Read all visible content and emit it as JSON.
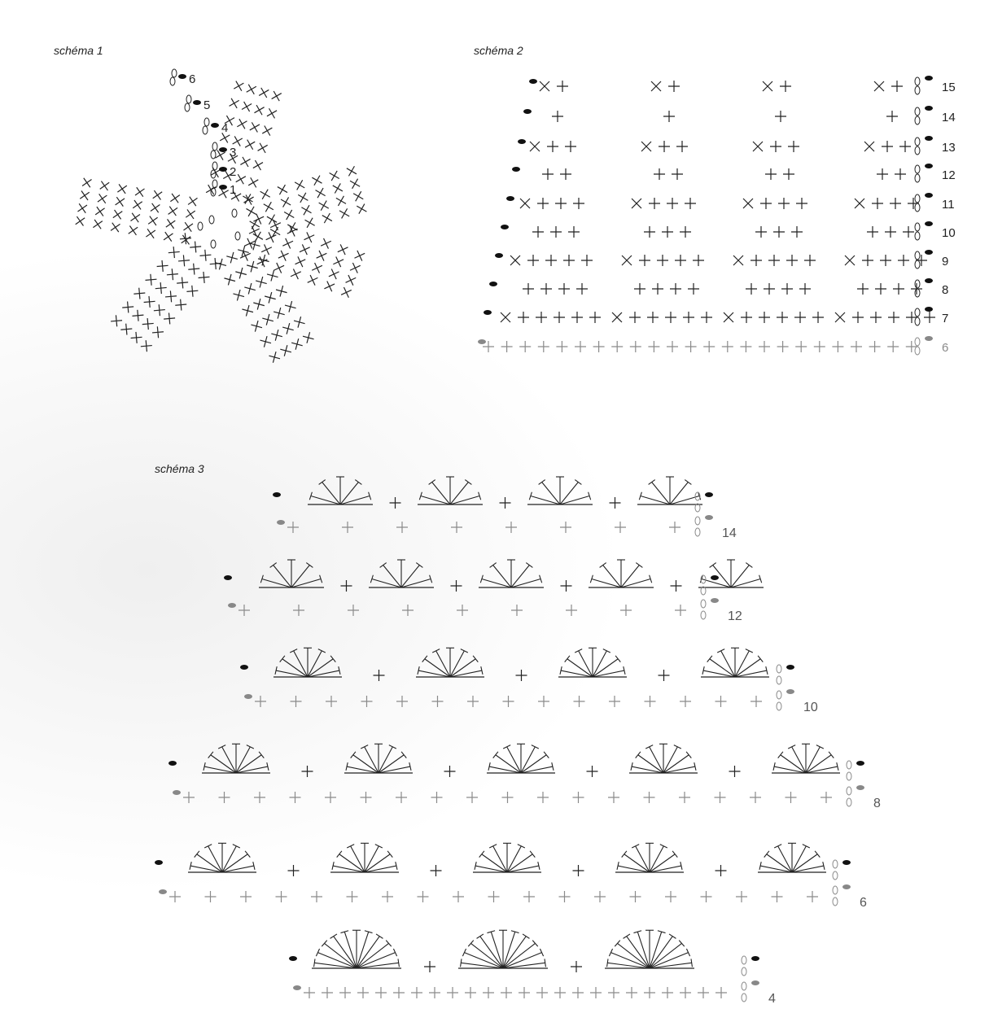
{
  "schema1": {
    "title": "schéma 1",
    "row_labels": [
      "1",
      "2",
      "3",
      "4",
      "5",
      "6"
    ],
    "petal_count": 6
  },
  "schema2": {
    "title": "schéma 2",
    "row_labels": [
      "6",
      "7",
      "8",
      "9",
      "10",
      "11",
      "12",
      "13",
      "14",
      "15"
    ]
  },
  "schema3": {
    "title": "schéma 3",
    "row_labels": [
      "4",
      "6",
      "8",
      "10",
      "12",
      "14"
    ]
  },
  "colors": {
    "ink": "#222222",
    "grey_ink": "#8a8a8a",
    "marker_dark": "#111111",
    "marker_grey": "#888888"
  },
  "icons": {
    "single_crochet": "plus-sign",
    "chain": "oval",
    "slip_stitch": "filled-dot",
    "fan": "half-circle-of-treble-stitches"
  }
}
